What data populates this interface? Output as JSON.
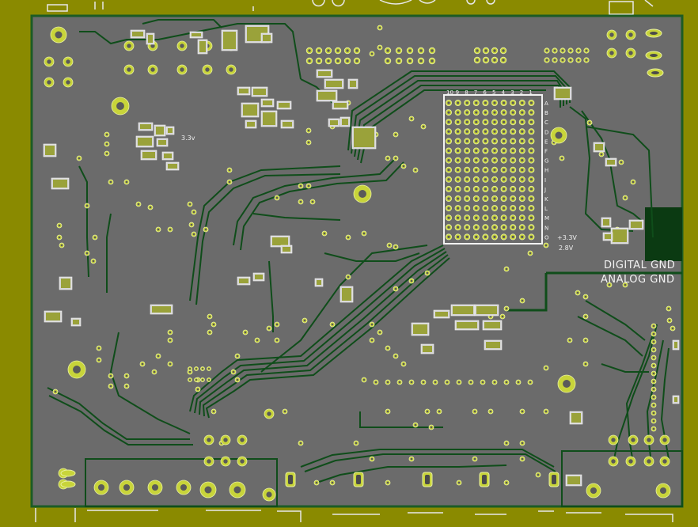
{
  "labels": {
    "digital_gnd": "DIGITAL GND",
    "analog_gnd": "ANALOG GND",
    "rail_33v": "3.3v",
    "rail_p33v": "+3.3V",
    "rail_28v": "2.8V"
  },
  "bga": {
    "columns": [
      "10",
      "9",
      "8",
      "7",
      "6",
      "5",
      "4",
      "3",
      "2",
      "1"
    ],
    "rows": [
      "A",
      "B",
      "C",
      "D",
      "E",
      "F",
      "G",
      "H",
      "I",
      "J",
      "K",
      "L",
      "M",
      "N",
      "O"
    ]
  },
  "colors": {
    "background": "#8a8a00",
    "board_fill": "#6b6b6b",
    "trace": "#0f4d1a",
    "pad_copper": "#c8d43a",
    "silkscreen": "#f2f2f2",
    "ground_pour": "#0b3a12"
  }
}
